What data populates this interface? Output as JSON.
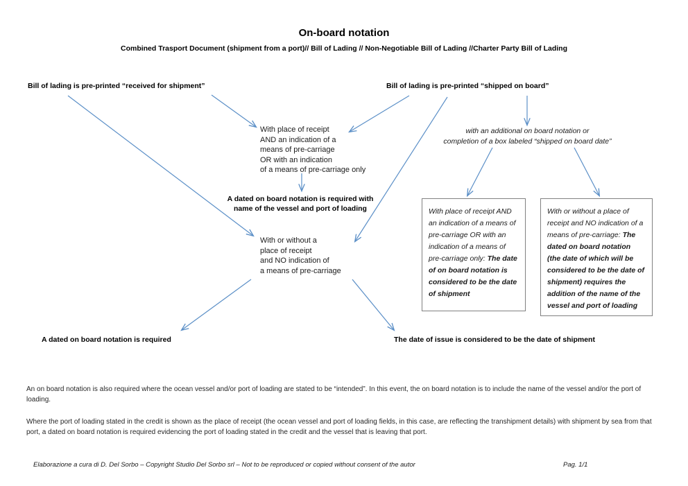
{
  "document": {
    "title": "On-board notation",
    "subtitle": "Combined Trasport Document (shipment from a port)// Bill of Lading // Non-Negotiable Bill of Lading //Charter Party Bill of Lading"
  },
  "colors": {
    "arrow": "#5b8fc7",
    "box_border": "#808080",
    "text": "#1a1a1a",
    "heading": "#000000"
  },
  "flow": {
    "branch_left_header": "Bill of lading is pre-printed “received for shipment”",
    "branch_right_header": "Bill of lading is pre-printed “shipped on board”",
    "condition_a": "With place of receipt\nAND an indication of a\nmeans of pre-carriage\nOR with an indication\nof a means of pre-carriage only",
    "result_a": "A dated on board notation is required with\nname of the vessel and port of loading",
    "condition_b": "With or without a\nplace of receipt\nand NO indication of\na means of pre-carriage",
    "right_note": "with an additional on board notation or\ncompletion of a box labeled “shipped on board date”",
    "box_left": {
      "normal": "With place of receipt AND an indication of a means of pre-carriage OR with an indication of a means of pre-carriage only: ",
      "bold": "The date of on board notation is considered to be the date of shipment"
    },
    "box_right": {
      "normal": "With or without a place of receipt and NO indication of a means of pre-carriage: ",
      "bold": "The dated on board notation (the date of which will be considered to be the date of shipment) requires the addition of the name of the vessel and port of loading"
    },
    "outcome_left": "A dated on board notation is required",
    "outcome_right": "The date of issue is considered to be the date of shipment"
  },
  "notes": {
    "paragraph_1": "An on board notation is also required where the ocean vessel and/or port of loading are stated to be “intended”. In this event, the on board notation is to include the name of the vessel and/or the port of loading.",
    "paragraph_2": "Where the port of loading stated in the credit is shown as the place of receipt (the ocean vessel and port of loading fields, in this case, are reflecting the transhipment details) with shipment by sea from that port, a dated on board notation is required evidencing the port of loading stated in the credit and the vessel that is leaving that port."
  },
  "footer": {
    "credit": "Elaborazione a cura di D. Del Sorbo – Copyright Studio Del Sorbo srl – Not to be reproduced or copied without consent of the autor",
    "page": "Pag. 1/1"
  }
}
